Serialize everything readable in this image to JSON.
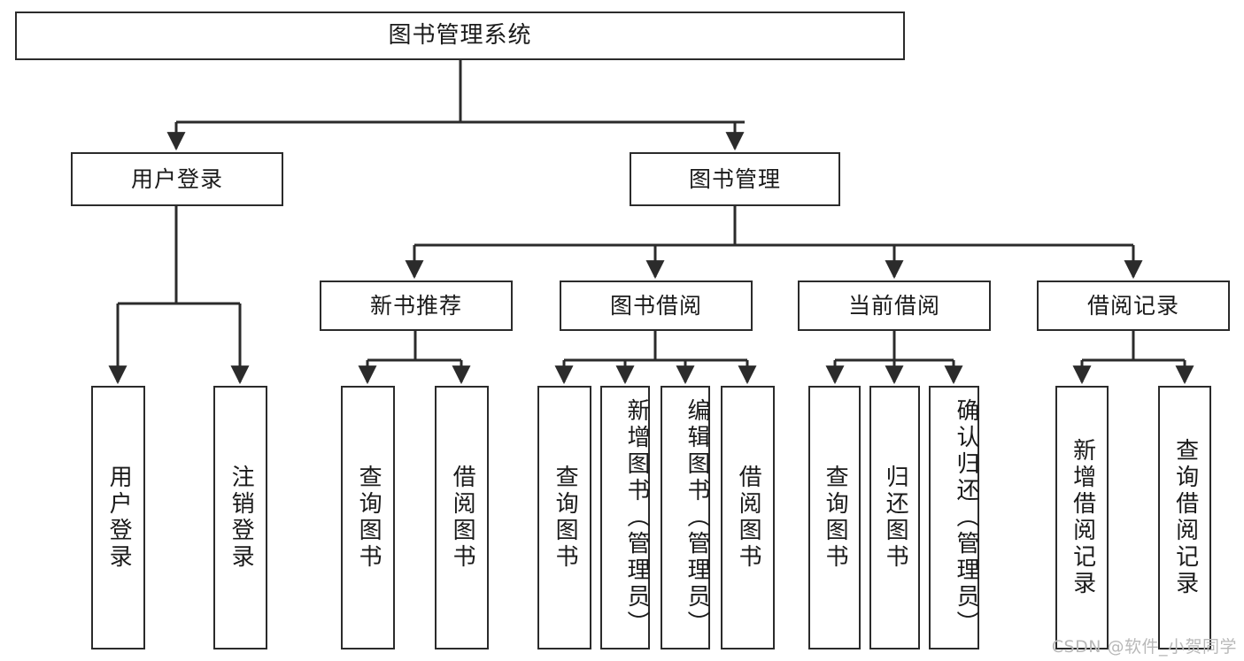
{
  "diagram": {
    "type": "tree",
    "title": "图书管理系统",
    "root": {
      "label": "图书管理系统"
    },
    "level2": [
      {
        "label": "用户登录"
      },
      {
        "label": "图书管理"
      }
    ],
    "level3": [
      {
        "label": "新书推荐"
      },
      {
        "label": "图书借阅"
      },
      {
        "label": "当前借阅"
      },
      {
        "label": "借阅记录"
      }
    ],
    "leaves": {
      "user_login": [
        {
          "label": "用户登录"
        },
        {
          "label": "注销登录"
        }
      ],
      "new_book_recommend": [
        {
          "label": "查询图书"
        },
        {
          "label": "借阅图书"
        }
      ],
      "book_borrow": [
        {
          "label": "查询图书"
        },
        {
          "label": "新增图书（管理员）"
        },
        {
          "label": "编辑图书（管理员）"
        },
        {
          "label": "借阅图书"
        }
      ],
      "current_borrow": [
        {
          "label": "查询图书"
        },
        {
          "label": "归还图书"
        },
        {
          "label": "确认归还（管理员）"
        }
      ],
      "borrow_record": [
        {
          "label": "新增借阅记录"
        },
        {
          "label": "查询借阅记录"
        }
      ]
    }
  },
  "watermark": {
    "text": "CSDN @软件_小贺同学"
  },
  "colors": {
    "background": "#ffffff",
    "stroke": "#2b2b2b",
    "text": "#1a1a1a",
    "watermark": "#b9b9b9"
  }
}
